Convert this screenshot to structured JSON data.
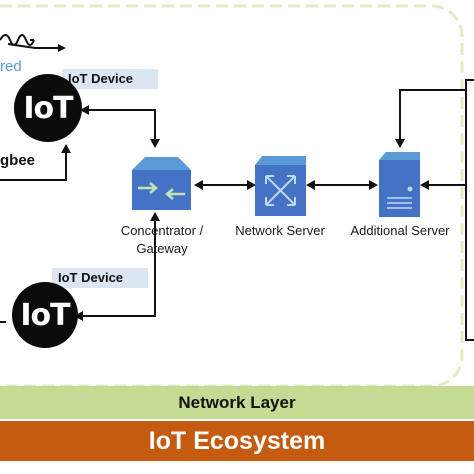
{
  "device_top": {
    "tag": "IoT Device",
    "logo_text": "IoT"
  },
  "device_bottom": {
    "tag": "IoT Device",
    "logo_text": "IoT"
  },
  "left_fragments": {
    "top": "red",
    "middle": "gbee"
  },
  "nodes": {
    "concentrator": {
      "label_line1": "Concentrator /",
      "label_line2": "Gateway"
    },
    "network_server": {
      "label": "Network Server"
    },
    "additional_server": {
      "label": "Additional Server"
    }
  },
  "bands": {
    "network_layer": {
      "label": "Network Layer",
      "color": "#c5db93"
    },
    "ecosystem": {
      "label": "IoT Ecosystem",
      "color": "#c55a11"
    }
  },
  "colors": {
    "dashed_border": "#e3ebc4",
    "icon_blue": "#4472c4",
    "icon_light": "#5b9bd5"
  },
  "icons": {
    "gateway": "gateway-icon",
    "network_server": "network-server-icon",
    "additional_server": "server-tower-icon"
  }
}
